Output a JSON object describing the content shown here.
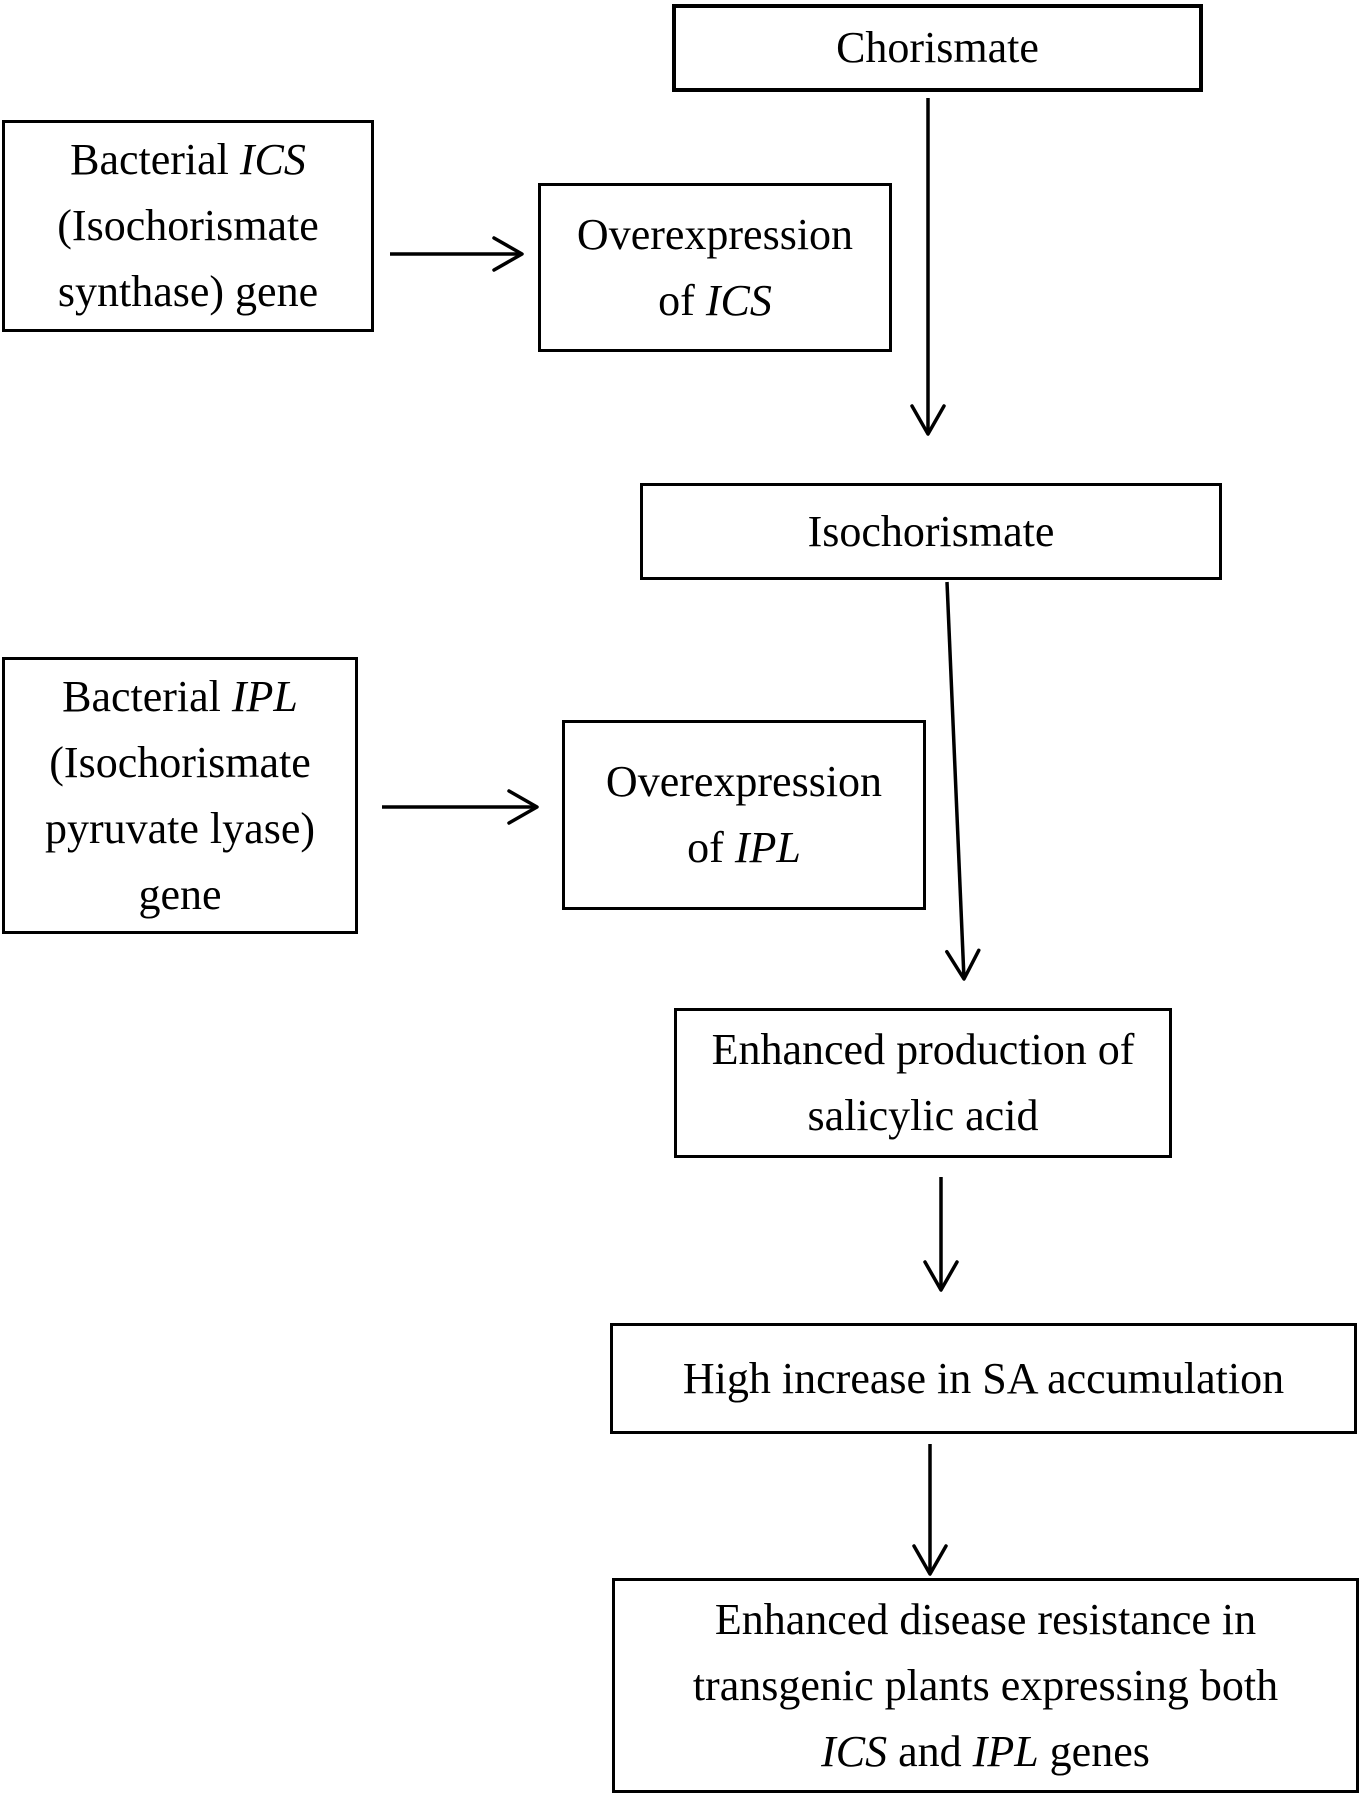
{
  "diagram": {
    "title": "Salicylic acid overproduction pathway flowchart",
    "background_color": "#ffffff",
    "line_color": "#000000",
    "nodes": [
      {
        "id": "chorismate",
        "label_lines": [
          [
            {
              "t": "Chorismate"
            }
          ]
        ]
      },
      {
        "id": "bacterial-ics-gene",
        "label_lines": [
          [
            {
              "t": "Bacterial "
            },
            {
              "t": "ICS",
              "italic": true
            }
          ],
          [
            {
              "t": "(Isochorismate"
            }
          ],
          [
            {
              "t": "synthase) gene"
            }
          ]
        ]
      },
      {
        "id": "overexpression-ics",
        "label_lines": [
          [
            {
              "t": "Overexpression"
            }
          ],
          [
            {
              "t": "of "
            },
            {
              "t": "ICS",
              "italic": true
            }
          ]
        ]
      },
      {
        "id": "isochorismate",
        "label_lines": [
          [
            {
              "t": "Isochorismate"
            }
          ]
        ]
      },
      {
        "id": "bacterial-ipl-gene",
        "label_lines": [
          [
            {
              "t": "Bacterial "
            },
            {
              "t": "IPL",
              "italic": true
            }
          ],
          [
            {
              "t": "(Isochorismate"
            }
          ],
          [
            {
              "t": "pyruvate lyase)"
            }
          ],
          [
            {
              "t": "gene"
            }
          ]
        ]
      },
      {
        "id": "overexpression-ipl",
        "label_lines": [
          [
            {
              "t": "Overexpression"
            }
          ],
          [
            {
              "t": "of "
            },
            {
              "t": "IPL",
              "italic": true
            }
          ]
        ]
      },
      {
        "id": "enhanced-production-sa",
        "label_lines": [
          [
            {
              "t": "Enhanced production of"
            }
          ],
          [
            {
              "t": "salicylic acid"
            }
          ]
        ]
      },
      {
        "id": "high-increase-sa",
        "label_lines": [
          [
            {
              "t": "High increase in SA accumulation"
            }
          ]
        ]
      },
      {
        "id": "enhanced-disease-resistance",
        "label_lines": [
          [
            {
              "t": "Enhanced disease resistance in"
            }
          ],
          [
            {
              "t": "transgenic plants expressing both"
            }
          ],
          [
            {
              "t": "ICS",
              "italic": true
            },
            {
              "t": " and "
            },
            {
              "t": "IPL",
              "italic": true
            },
            {
              "t": " genes"
            }
          ]
        ]
      }
    ],
    "edges": [
      {
        "from": "bacterial-ics-gene",
        "to": "overexpression-ics",
        "direction": "right"
      },
      {
        "from": "chorismate",
        "to": "isochorismate",
        "direction": "down"
      },
      {
        "from": "bacterial-ipl-gene",
        "to": "overexpression-ipl",
        "direction": "right"
      },
      {
        "from": "isochorismate",
        "to": "enhanced-production-sa",
        "direction": "down"
      },
      {
        "from": "enhanced-production-sa",
        "to": "high-increase-sa",
        "direction": "down"
      },
      {
        "from": "high-increase-sa",
        "to": "enhanced-disease-resistance",
        "direction": "down"
      }
    ]
  }
}
